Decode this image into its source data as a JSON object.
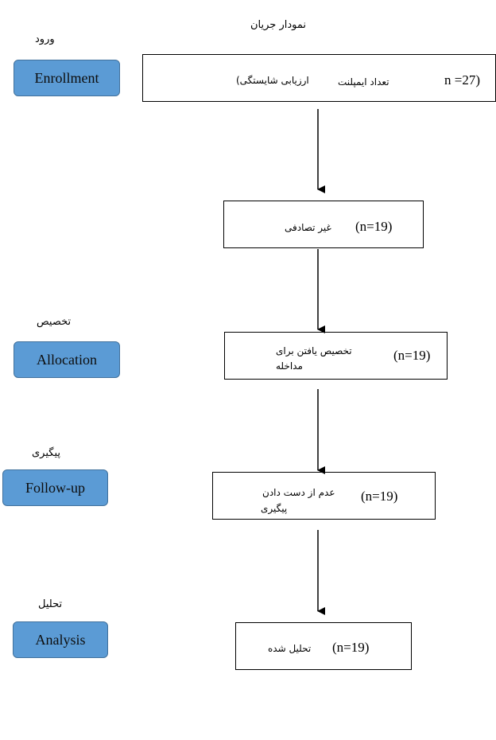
{
  "title": "نمودار جریان",
  "stages": [
    {
      "fa": "ورود",
      "en": "Enrollment"
    },
    {
      "fa": "تخصیص",
      "en": "Allocation"
    },
    {
      "fa": "پیگیری",
      "en": "Follow-up"
    },
    {
      "fa": "تحلیل",
      "en": "Analysis"
    }
  ],
  "boxes": {
    "enrollment": {
      "label1": "تعداد ایمپلنت",
      "label2": "ارزیابی شایستگی)",
      "n": "n =27)"
    },
    "nonrandom": {
      "label": "غیر تصادفی",
      "n": "(n=19)"
    },
    "allocation": {
      "label1": "تخصیص یافتن برای",
      "label2": "مداخله",
      "n": "(n=19)"
    },
    "followup": {
      "label1": "عدم از دست دادن",
      "label2": "پیگیری",
      "n": "(n=19)"
    },
    "analysis": {
      "label": "تحلیل شده",
      "n": "(n=19)"
    }
  }
}
